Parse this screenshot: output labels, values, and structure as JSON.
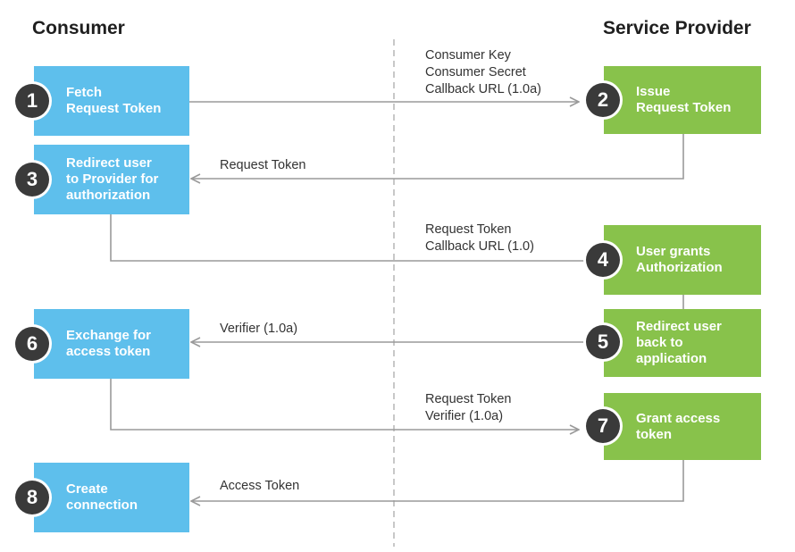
{
  "headings": {
    "consumer": "Consumer",
    "provider": "Service Provider"
  },
  "steps": [
    {
      "number": "1",
      "text": "Fetch\nRequest Token"
    },
    {
      "number": "2",
      "text": "Issue\nRequest Token"
    },
    {
      "number": "3",
      "text": "Redirect user\nto Provider for\nauthorization"
    },
    {
      "number": "4",
      "text": "User grants\nAuthorization"
    },
    {
      "number": "5",
      "text": "Redirect user\nback to\napplication"
    },
    {
      "number": "6",
      "text": "Exchange for\naccess token"
    },
    {
      "number": "7",
      "text": "Grant access\ntoken"
    },
    {
      "number": "8",
      "text": "Create\nconnection"
    }
  ],
  "messages": {
    "m1": "Consumer Key\nConsumer Secret\nCallback URL (1.0a)",
    "m2": "Request Token",
    "m3": "Request Token\nCallback URL (1.0)",
    "m4": "Verifier (1.0a)",
    "m5": "Request Token\nVerifier (1.0a)",
    "m6": "Access Token"
  },
  "colors": {
    "consumer_box": "#5ebfec",
    "provider_box": "#88c24b",
    "badge": "#3a3a3a",
    "line": "#9a9a9a"
  }
}
